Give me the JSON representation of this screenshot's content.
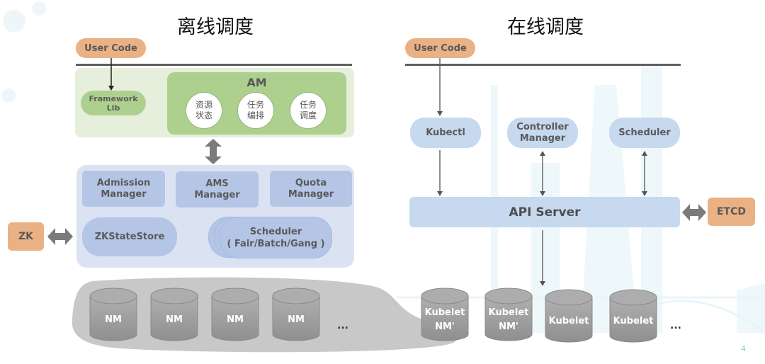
{
  "offline": {
    "title": "离线调度",
    "user_code": "User Code",
    "framework_lib": [
      "Framework",
      "Lib"
    ],
    "am": {
      "label": "AM",
      "circles": [
        {
          "line1": "资源",
          "line2": "状态"
        },
        {
          "line1": "任务",
          "line2": "编排"
        },
        {
          "line1": "任务",
          "line2": "调度"
        }
      ]
    },
    "managers": [
      {
        "line1": "Admission",
        "line2": "Manager"
      },
      {
        "line1": "AMS",
        "line2": "Manager"
      },
      {
        "line1": "Quota",
        "line2": "Manager"
      }
    ],
    "zk_state_store": "ZKStateStore",
    "scheduler": {
      "line1": "Scheduler",
      "line2": "( Fair/Batch/Gang )"
    },
    "zk": "ZK",
    "nodes": [
      "NM",
      "NM",
      "NM",
      "NM"
    ],
    "ellipsis": "..."
  },
  "online": {
    "title": "在线调度",
    "user_code": "User Code",
    "kubectl": "Kubectl",
    "controller_manager": [
      "Controller",
      "Manager"
    ],
    "scheduler": "Scheduler",
    "api_server": "API Server",
    "etcd": "ETCD",
    "nodes": [
      {
        "line1": "Kubelet",
        "line2": "NM'"
      },
      {
        "line1": "Kubelet",
        "line2": "NM'"
      },
      {
        "line1": "Kubelet",
        "line2": ""
      },
      {
        "line1": "Kubelet",
        "line2": ""
      }
    ],
    "ellipsis": "..."
  },
  "page_number": "4",
  "colors": {
    "orange": "#eab185",
    "green_outer": "#e5efdb",
    "green": "#aed08f",
    "blue_outer": "#dbe3f3",
    "blue": "#b4c5e6",
    "light_blue": "#c6d9ee",
    "cylinder": "#a6a6a6"
  }
}
